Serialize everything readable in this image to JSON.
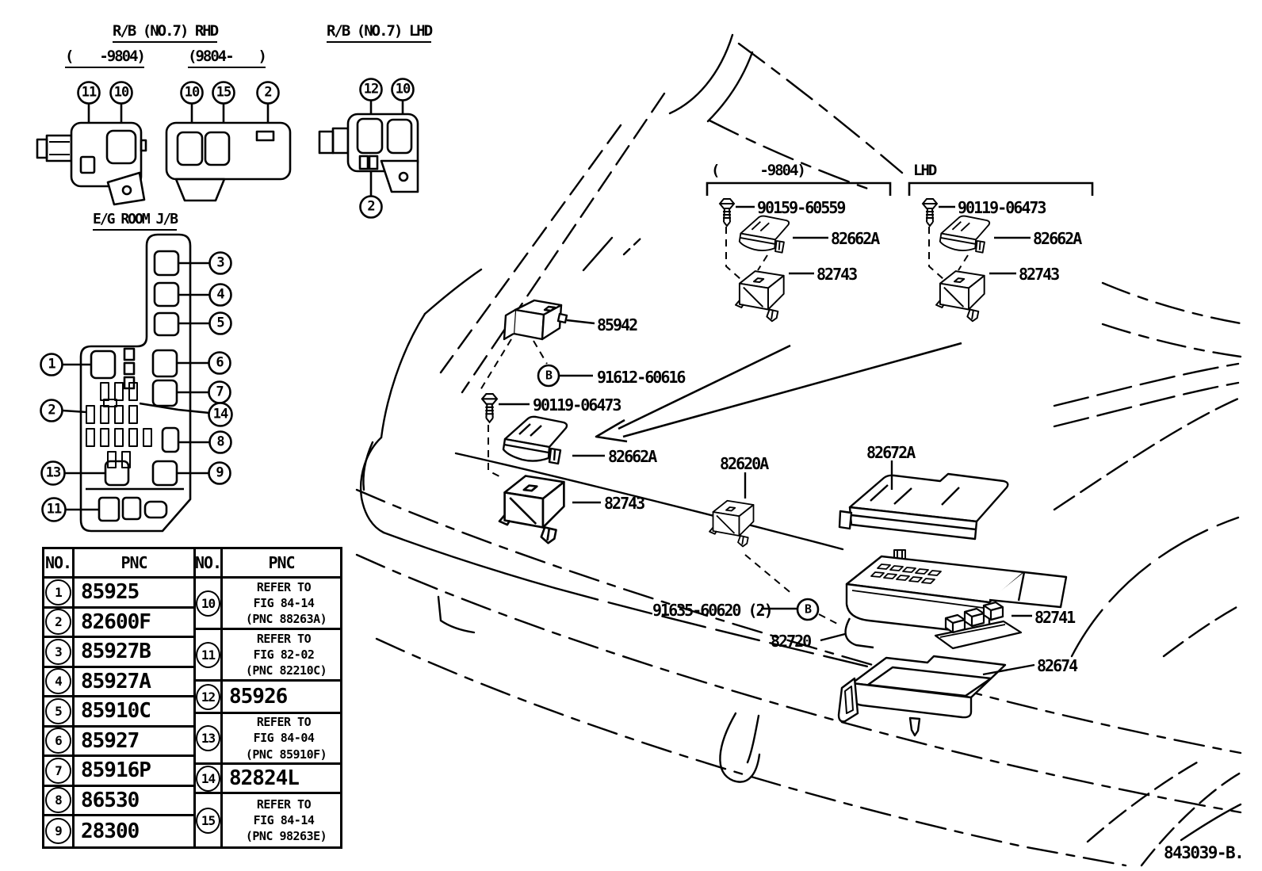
{
  "titles": {
    "rb_rhd": "R/B (NO.7) RHD",
    "rb_lhd": "R/B (NO.7) LHD",
    "eg_room_jb": "E/G ROOM J/B",
    "range_early_open": "(",
    "range_early_text": "-9804)",
    "range_late_text": "(9804-",
    "range_late_close": ")",
    "bracket_early_open": "(",
    "bracket_early_text": "-9804)",
    "bracket_lhd": "LHD",
    "doc_code": "843039-B."
  },
  "callouts": {
    "te1": "11",
    "te2": "10",
    "tl1": "10",
    "tl2": "15",
    "tl3": "2",
    "lh1": "12",
    "lh2": "10",
    "lh3": "2",
    "eg1": "1",
    "eg2": "2",
    "eg3": "3",
    "eg4": "4",
    "eg5": "5",
    "eg6": "6",
    "eg7": "7",
    "eg8": "8",
    "eg9": "9",
    "eg11": "11",
    "eg13": "13",
    "eg14": "14",
    "bolt_b": "B"
  },
  "labels": {
    "p90159_60559": "90159-60559",
    "p90119_06473_top": "90119-06473",
    "p82662a_top1": "82662A",
    "p82662a_top2": "82662A",
    "p82662a_mid": "82662A",
    "p82743_top1": "82743",
    "p82743_top2": "82743",
    "p82743_mid": "82743",
    "p85942": "85942",
    "p91612_60616": "91612-60616",
    "p90119_06473_mid": "90119-06473",
    "p82620a": "82620A",
    "p82672a": "82672A",
    "p91635_60620": "91635-60620 (2)",
    "p82720": "82720",
    "p82741": "82741",
    "p82674": "82674"
  },
  "table": {
    "header_no": "NO.",
    "header_pnc": "PNC",
    "left_rows": [
      {
        "no": "1",
        "pnc": "85925"
      },
      {
        "no": "2",
        "pnc": "82600F"
      },
      {
        "no": "3",
        "pnc": "85927B"
      },
      {
        "no": "4",
        "pnc": "85927A"
      },
      {
        "no": "5",
        "pnc": "85910C"
      },
      {
        "no": "6",
        "pnc": "85927"
      },
      {
        "no": "7",
        "pnc": "85916P"
      },
      {
        "no": "8",
        "pnc": "86530"
      },
      {
        "no": "9",
        "pnc": "28300"
      }
    ],
    "right_rows": [
      {
        "no": "10",
        "lines": [
          "REFER TO",
          "FIG 84-14",
          "(PNC 88263A)"
        ]
      },
      {
        "no": "11",
        "lines": [
          "REFER TO",
          "FIG 82-02",
          "(PNC 82210C)"
        ]
      },
      {
        "no": "12",
        "lines": [
          "85926"
        ]
      },
      {
        "no": "13",
        "lines": [
          "REFER TO",
          "FIG 84-04",
          "(PNC 85910F)"
        ]
      },
      {
        "no": "14",
        "lines": [
          "82824L"
        ]
      },
      {
        "no": "15",
        "lines": [
          "REFER TO",
          "FIG 84-14",
          "(PNC 98263E)"
        ]
      }
    ]
  }
}
